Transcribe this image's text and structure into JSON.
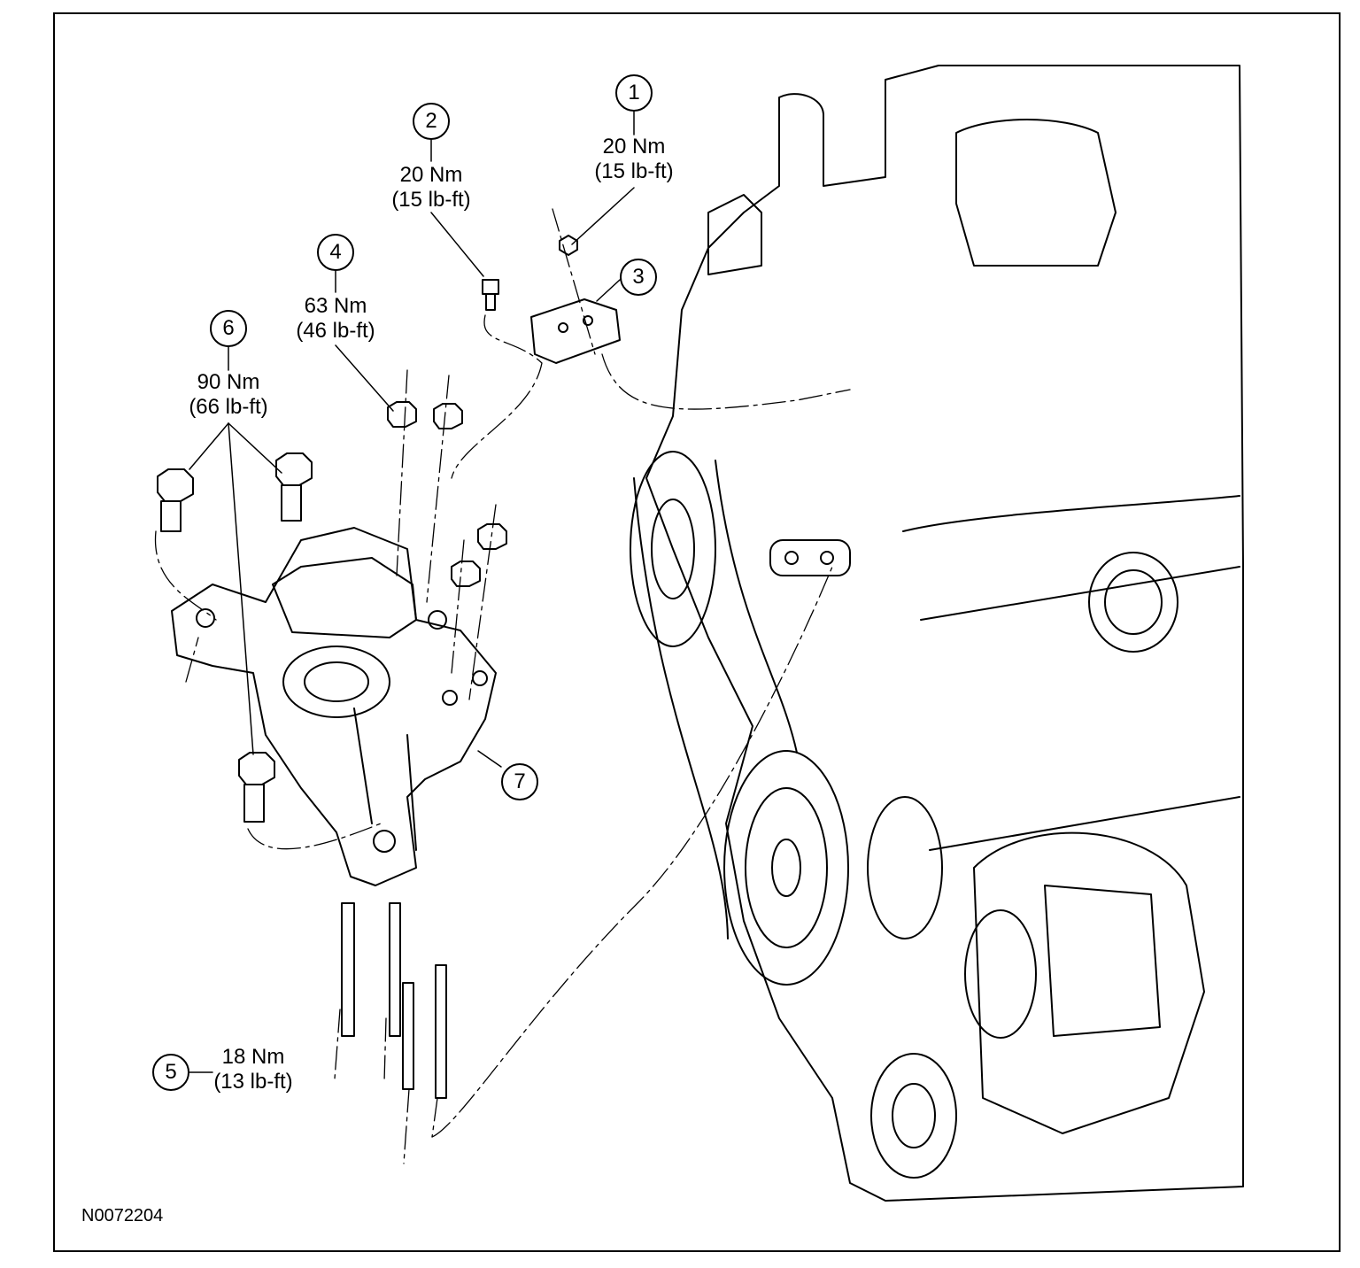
{
  "callouts": [
    {
      "number": "1",
      "torque_nm": "20 Nm",
      "torque_lbft": "(15 lb-ft)"
    },
    {
      "number": "2",
      "torque_nm": "20 Nm",
      "torque_lbft": "(15 lb-ft)"
    },
    {
      "number": "3"
    },
    {
      "number": "4",
      "torque_nm": "63 Nm",
      "torque_lbft": "(46 lb-ft)"
    },
    {
      "number": "5",
      "torque_nm": "18 Nm",
      "torque_lbft": "(13 lb-ft)"
    },
    {
      "number": "6",
      "torque_nm": "90 Nm",
      "torque_lbft": "(66 lb-ft)"
    },
    {
      "number": "7"
    }
  ],
  "figure_id": "N0072204",
  "colors": {
    "line": "#000000",
    "background": "#ffffff"
  }
}
